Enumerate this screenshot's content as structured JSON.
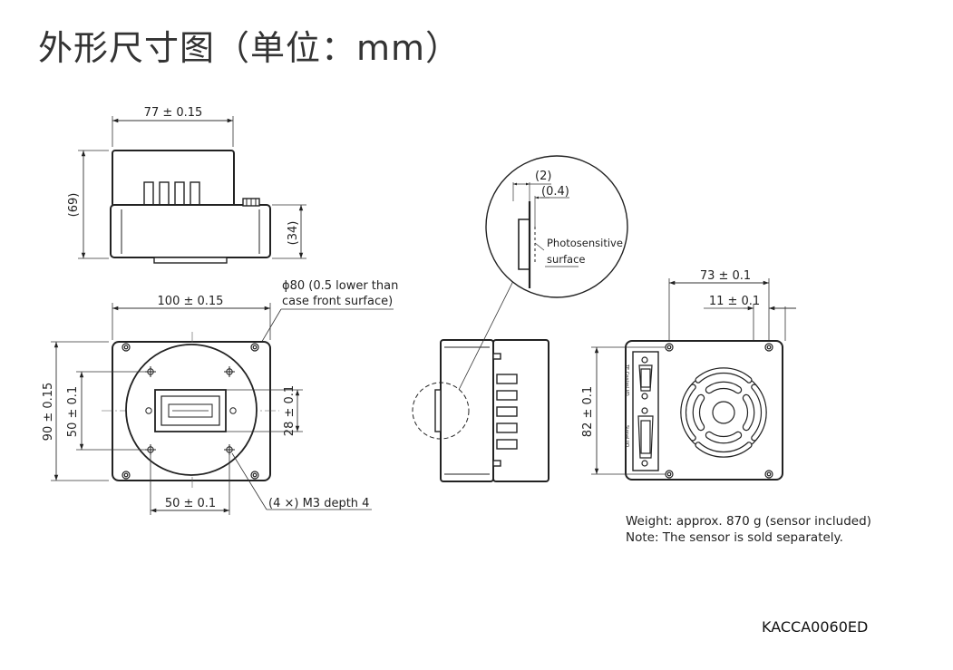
{
  "title": "外形尺寸图（单位：mm）",
  "dims": {
    "top_width": "77 ± 0.15",
    "top_height_total": "(69)",
    "top_height_body": "(34)",
    "front_width": "100 ± 0.15",
    "front_height": "90 ± 0.15",
    "hole_vertical": "50 ± 0.1",
    "hole_horizontal": "50 ± 0.1",
    "connector_height": "28 ± 0.1",
    "circle_note_line1": "ϕ80 (0.5 lower than",
    "circle_note_line2": "case front surface)",
    "screw_note": "(4 ×) M3 depth 4",
    "detail_2": "(2)",
    "detail_04": "(0.4)",
    "photosensitive_line1": "Photosensitive",
    "photosensitive_line2": "surface",
    "rear_width": "73 ± 0.1",
    "rear_offset": "11 ± 0.1",
    "rear_height": "82 ± 0.1",
    "port_label_1": "TE Control I/O",
    "port_label_2": "Signal I/O"
  },
  "notes": {
    "weight": "Weight: approx. 870 g (sensor included)",
    "sensor": "Note: The sensor is sold separately."
  },
  "doc_code": "KACCA0060ED"
}
